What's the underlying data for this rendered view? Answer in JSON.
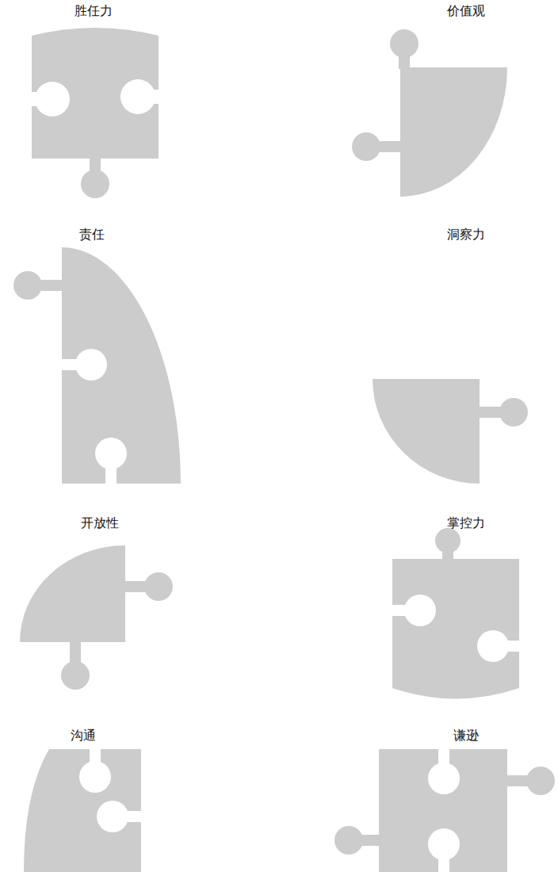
{
  "diagram": {
    "nodes": [
      {
        "text": [
          "胜任力"
        ]
      },
      {
        "text": [
          "价值观"
        ]
      },
      {
        "text": [
          "责任"
        ]
      },
      {
        "text": [
          "洞察力"
        ]
      },
      {
        "text": [
          "开放性"
        ]
      },
      {
        "text": [
          "掌控力"
        ]
      },
      {
        "text": [
          "沟通"
        ]
      },
      {
        "text": [
          "谦逊"
        ]
      }
    ]
  }
}
